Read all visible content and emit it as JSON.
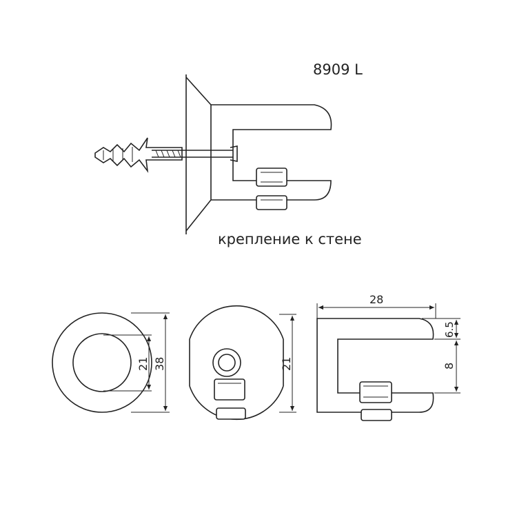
{
  "model_code": "8909 L",
  "caption": "крепление к стене",
  "dimensions": {
    "ring_inner": "21",
    "ring_outer": "38",
    "front_height": "21",
    "side_width": "28",
    "side_top": "6.5",
    "side_gap": "8"
  },
  "icons": [
    "wall-plug-icon",
    "screw-icon",
    "wall-bracket",
    "glass-clamp"
  ],
  "colors": {
    "ink": "#222222",
    "background": "#ffffff"
  }
}
